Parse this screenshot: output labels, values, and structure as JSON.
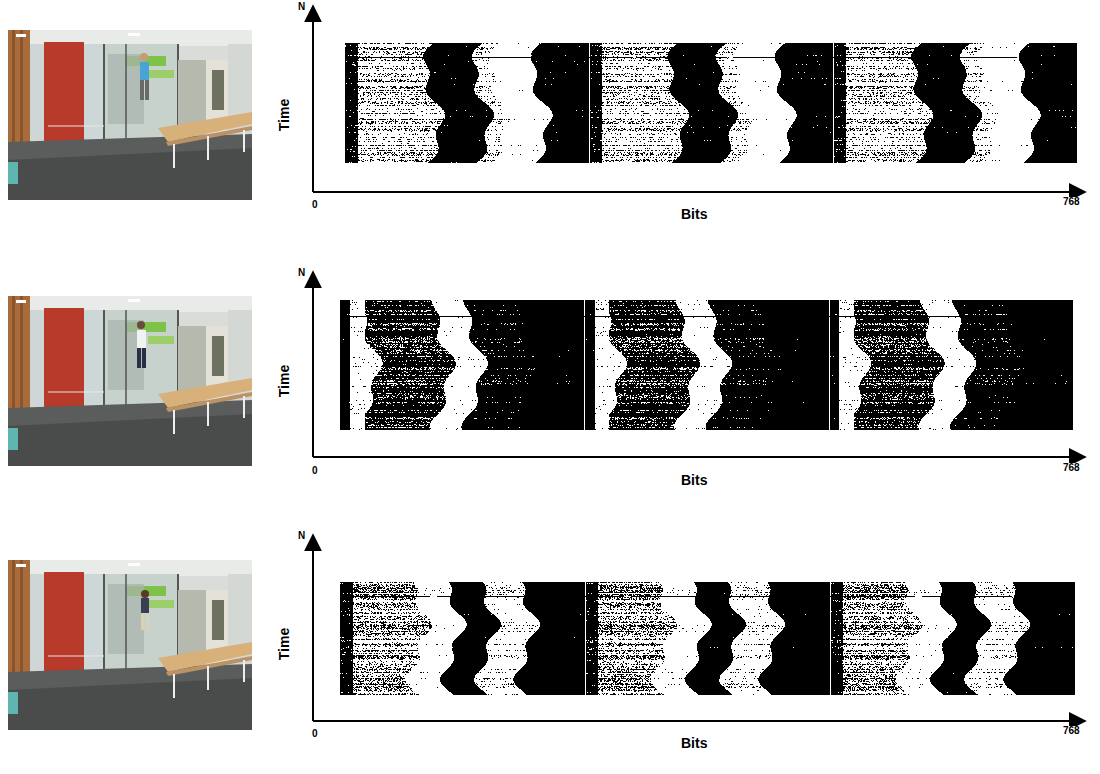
{
  "diagram": {
    "labels": [
      "N",
      "Time",
      "0",
      "768",
      "Bits",
      "N",
      "Time",
      "0",
      "768",
      "Bits",
      "N",
      "Time",
      "0",
      "768",
      "Bits"
    ]
  }
}
